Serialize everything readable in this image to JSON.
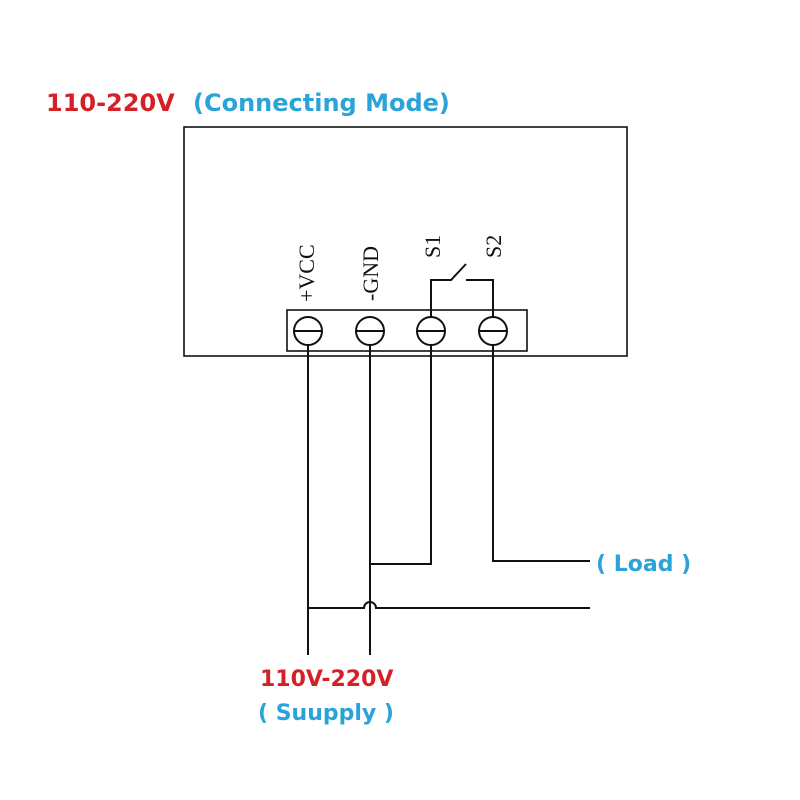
{
  "title": {
    "voltage": "110-220V",
    "mode": "(Connecting Mode)"
  },
  "terminals": {
    "vcc": "+VCC",
    "gnd": "-GND",
    "s1": "S1",
    "s2": "S2"
  },
  "load_label": "( Load )",
  "supply": {
    "voltage": "110V-220V",
    "label": "( Suupply )"
  },
  "colors": {
    "red": "#d42027",
    "blue": "#2aa4d8",
    "line": "#111111"
  }
}
